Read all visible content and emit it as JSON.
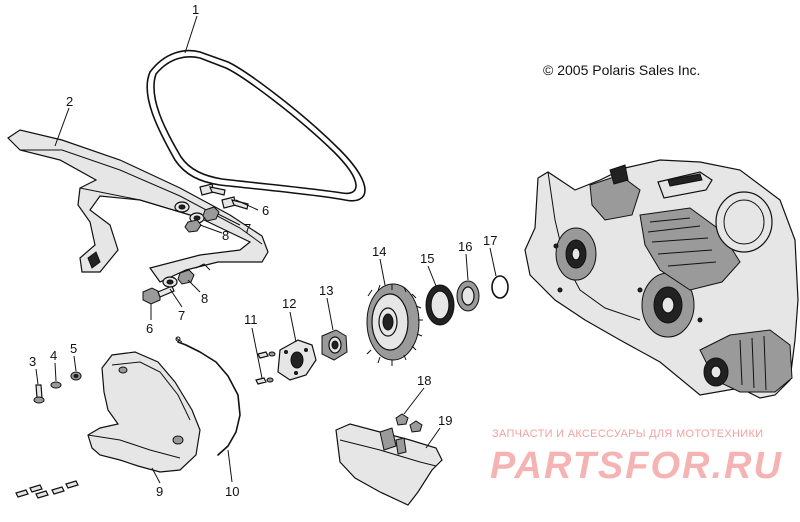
{
  "copyright": "© 2005 Polaris Sales Inc.",
  "watermark": {
    "tagline": "ЗАПЧАСТИ И АКСЕССУАРЫ ДЛЯ МОТОТЕХНИКИ",
    "brand": "PARTSFOR.RU"
  },
  "callouts": [
    {
      "id": "1",
      "label": "1"
    },
    {
      "id": "2",
      "label": "2"
    },
    {
      "id": "3",
      "label": "3"
    },
    {
      "id": "4",
      "label": "4"
    },
    {
      "id": "5",
      "label": "5"
    },
    {
      "id": "6a",
      "label": "6"
    },
    {
      "id": "6b",
      "label": "6"
    },
    {
      "id": "7a",
      "label": "7"
    },
    {
      "id": "7b",
      "label": "7"
    },
    {
      "id": "8a",
      "label": "8"
    },
    {
      "id": "8b",
      "label": "8"
    },
    {
      "id": "9",
      "label": "9"
    },
    {
      "id": "10",
      "label": "10"
    },
    {
      "id": "11",
      "label": "11"
    },
    {
      "id": "12",
      "label": "12"
    },
    {
      "id": "13",
      "label": "13"
    },
    {
      "id": "14",
      "label": "14"
    },
    {
      "id": "15",
      "label": "15"
    },
    {
      "id": "16",
      "label": "16"
    },
    {
      "id": "17",
      "label": "17"
    },
    {
      "id": "18",
      "label": "18"
    },
    {
      "id": "19",
      "label": "19"
    }
  ]
}
